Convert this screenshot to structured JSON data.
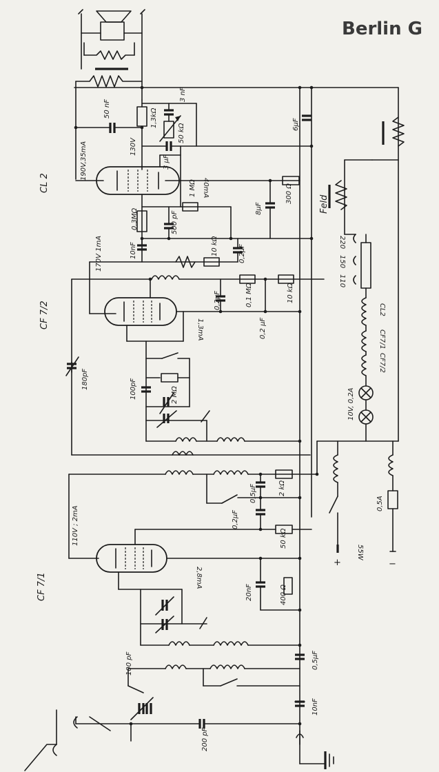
{
  "title": "Berlin G",
  "tubes": {
    "cl2": "CL 2",
    "cf72": "CF 7/2",
    "cf71": "CF 7/1"
  },
  "labels": {
    "v190": "190V,35mA",
    "nf50": "50 nF",
    "k13": "1,3kΩ",
    "nf3": "3 nF",
    "k50a": "50 kΩ",
    "uf6": "6μF",
    "v130": "130V",
    "uf3": "3 μF",
    "ma40": "40mA",
    "m1": "1 MΩ",
    "uf8": "8μF",
    "o300": "300 Ω",
    "feld": "Feld",
    "m03": "0,3MΩ",
    "pf500": "500 pF",
    "nf10a": "10nF",
    "k10a": "10 kΩ",
    "uf02a": "0,2μF",
    "v170": "170V 1mA",
    "uf02b": "0,2μF",
    "m01": "0,1 MΩ",
    "k10b": "10 kΩ",
    "ma13": "1,3mA",
    "uf02c": "0,2 μF",
    "s220": "220",
    "s150": "150",
    "s110": "110",
    "cl2coil": "CL2",
    "cf71coil": "CF7/1",
    "cf72coil": "CF7/2",
    "pf180": "180pF",
    "pf100a": "100pF",
    "m2": "2 MΩ",
    "lamp": "10V, 0,2A",
    "v110": "110V ; 2mA",
    "uf05a": "0,5μF",
    "k2": "2 kΩ",
    "uf02d": "0,2μF",
    "k50b": "50 kΩ",
    "w55": "55W",
    "a05": "0,5A",
    "ma28": "2,8mA",
    "o400": "400 Ω",
    "nf20": "20nF",
    "uf05b": "0,5μF",
    "pf100b": "100 pF",
    "nf10b": "10nF",
    "pf200": "200 pF",
    "plus": "+",
    "minus": "−"
  }
}
